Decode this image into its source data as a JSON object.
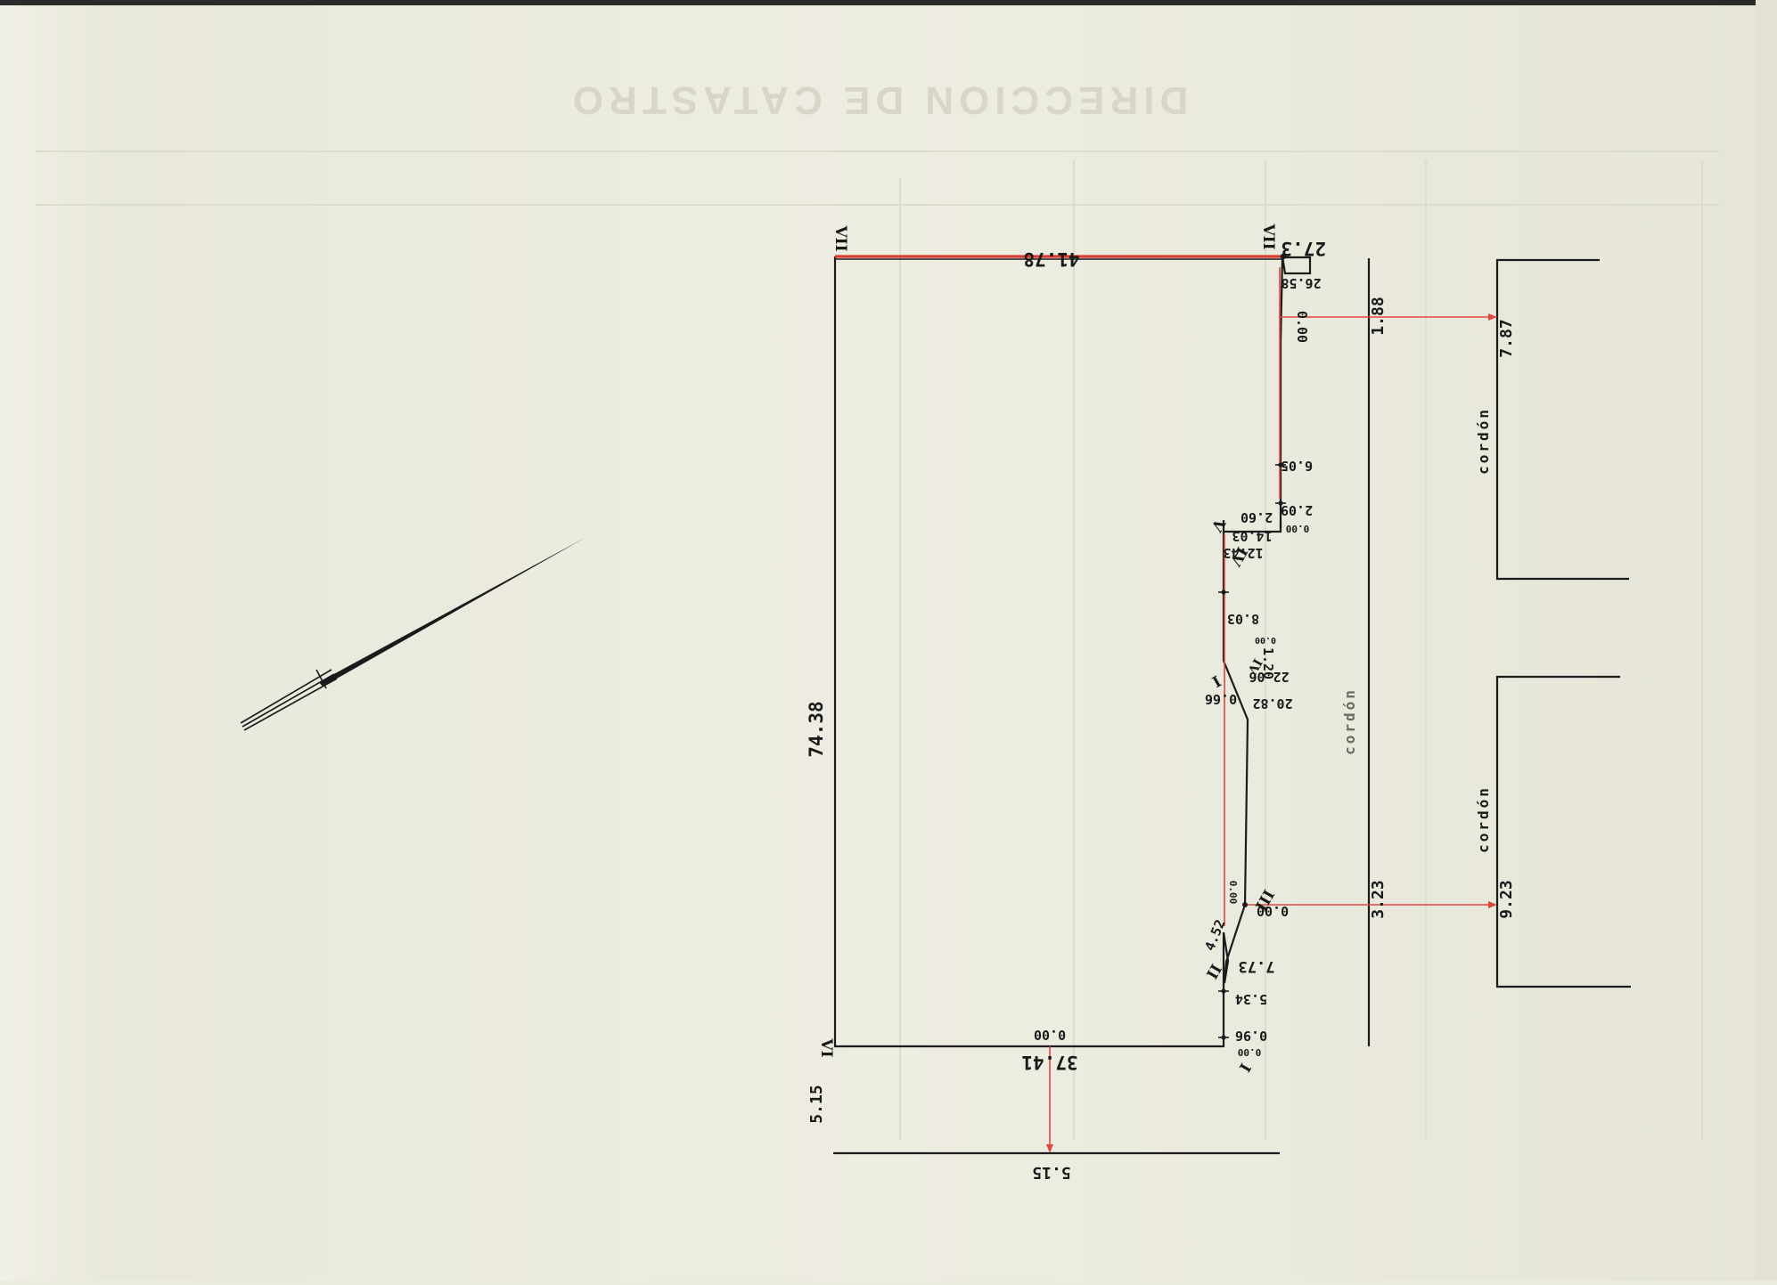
{
  "header": {
    "faint_title": "DIRECCION DE CATASTRO"
  },
  "measures": {
    "top_width": "41.78",
    "left_depth": "74.38",
    "corner_vii": "27.3",
    "below_vii_1": "26.58",
    "below_vii_2": "0.00",
    "seg_605": "6.05",
    "seg_209": "2.09",
    "seg_260": "2.60",
    "v_zero": "0.00",
    "seg_1403": "14.03",
    "seg_1243": "12.43",
    "seg_803": "8.03",
    "iv_zero": "0.00",
    "seg_120": "1.20",
    "seg_2206": "22.06",
    "seg_066": "0.66",
    "seg_2082": "20.82",
    "iii_zero_top": "0.00",
    "iii_zero": "0.00",
    "seg_452": "4.52",
    "seg_773": "7.73",
    "seg_534": "5.34",
    "seg_096": "0.96",
    "i_zero": "0.00",
    "bottom_width": "37.41",
    "bottom_zero": "0.00",
    "left_offset": "5.15",
    "bottom_offset": "5.15",
    "street_top": "1.88",
    "street_top_far": "7.87",
    "street_mid": "3.23",
    "street_mid_far": "9.23",
    "cordon_1": "cordón",
    "cordon_2": "cordón",
    "cordon_3": "cordón"
  },
  "vertices": {
    "vii": "VII",
    "vi": "VI",
    "v": "V",
    "iv": "IV",
    "iv_alt": "I",
    "iii": "III",
    "ii": "II",
    "i": "I",
    "vi_bottom": "VI"
  },
  "colors": {
    "boundary_ink": "#1c1c1c",
    "reference_red": "#e0483f",
    "paper": "#ecebdf"
  }
}
